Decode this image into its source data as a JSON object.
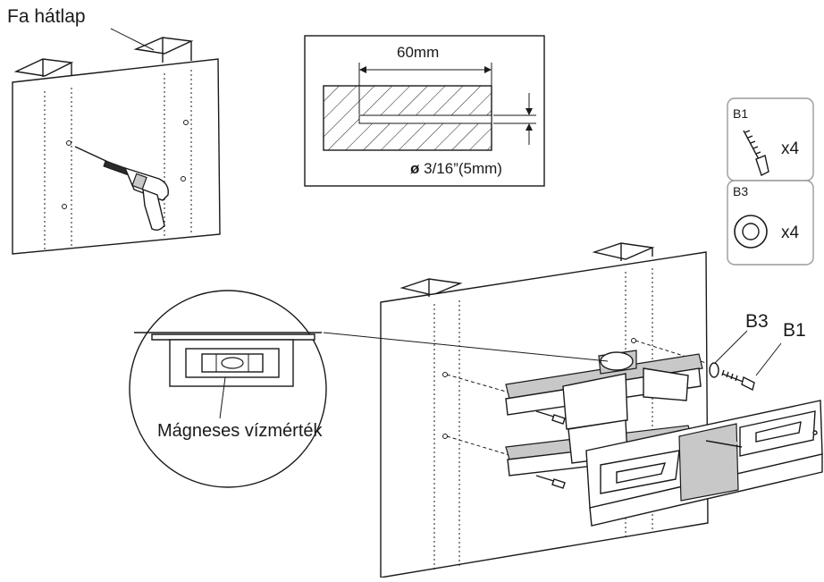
{
  "labels": {
    "wood_back": "Fa hátlap",
    "magnetic_level": "Mágneses vízmérték"
  },
  "drill_detail": {
    "depth": "60mm",
    "diameter_symbol": "ø",
    "diameter": "3/16”(5mm)"
  },
  "parts": [
    {
      "code": "B1",
      "qty": "x4",
      "icon": "lag-bolt-icon"
    },
    {
      "code": "B3",
      "qty": "x4",
      "icon": "washer-icon"
    }
  ],
  "callouts": {
    "b3": "B3",
    "b1": "B1"
  },
  "colors": {
    "line": "#1a1a1a",
    "panel_border": "#9a9a9a",
    "metal_fill": "#c8c8c8"
  }
}
